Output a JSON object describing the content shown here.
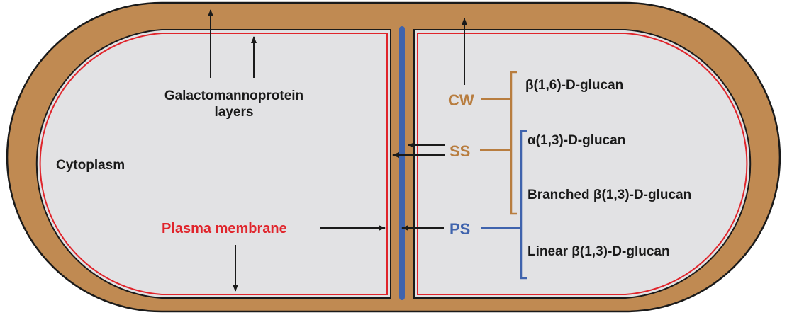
{
  "colors": {
    "wall": "#c08a52",
    "cell_fill": "#e2e2e4",
    "membrane": "#e0242b",
    "septum": "#3f63ad",
    "outline": "#1a1a1a",
    "cw_label": "#b87d3f",
    "ss_label": "#b87d3f",
    "ps_label": "#3f63ad",
    "plasma_label": "#e0242b",
    "text": "#1a1a1a"
  },
  "labels": {
    "galactomannoprotein_line1": "Galactomannoprotein",
    "galactomannoprotein_line2": "layers",
    "cytoplasm": "Cytoplasm",
    "plasma_membrane": "Plasma membrane",
    "cw": "CW",
    "ss": "SS",
    "ps": "PS",
    "beta16": "β(1,6)-D-glucan",
    "alpha13": "α(1,3)-D-glucan",
    "branched": "Branched β(1,3)-D-glucan",
    "linear": "Linear β(1,3)-D-glucan"
  }
}
